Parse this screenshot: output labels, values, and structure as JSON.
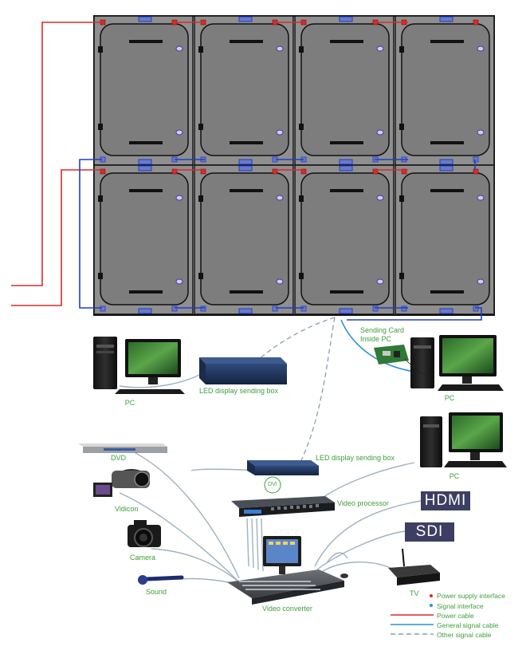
{
  "labels": {
    "sending_card": "Sending Card",
    "inside_pc": "Inside PC",
    "pc_left": "PC",
    "pc_right_top": "PC",
    "pc_right_mid": "PC",
    "sending_box_top": "LED display sending box",
    "sending_box_mid": "LED display sending box",
    "dvi": "DVI",
    "video_processor": "Video processor",
    "dvd": "DVD",
    "vidicon": "Vidicon",
    "camera": "Camera",
    "sound": "Sound",
    "video_converter": "Video converter",
    "tv": "TV"
  },
  "badges": {
    "hdmi": "HDMI",
    "sdi": "SDI"
  },
  "legend": [
    {
      "type": "dot",
      "color": "#d92b2b",
      "text": "Power supply interface"
    },
    {
      "type": "dot",
      "color": "#2a8fd4",
      "text": "Signal interface"
    },
    {
      "type": "line",
      "color": "#d92b2b",
      "text": "Power cable"
    },
    {
      "type": "line",
      "color": "#2a8fd4",
      "text": "General signal cable"
    },
    {
      "type": "dash",
      "color": "#8a9eb0",
      "text": "Other signal cable"
    }
  ],
  "colors": {
    "power": "#d92b2b",
    "signal": "#1f3fc8",
    "general_signal": "#2a8fd4",
    "other_signal": "#8a9eb0",
    "label": "#3f9e3a",
    "badge": "#3c3f62"
  }
}
